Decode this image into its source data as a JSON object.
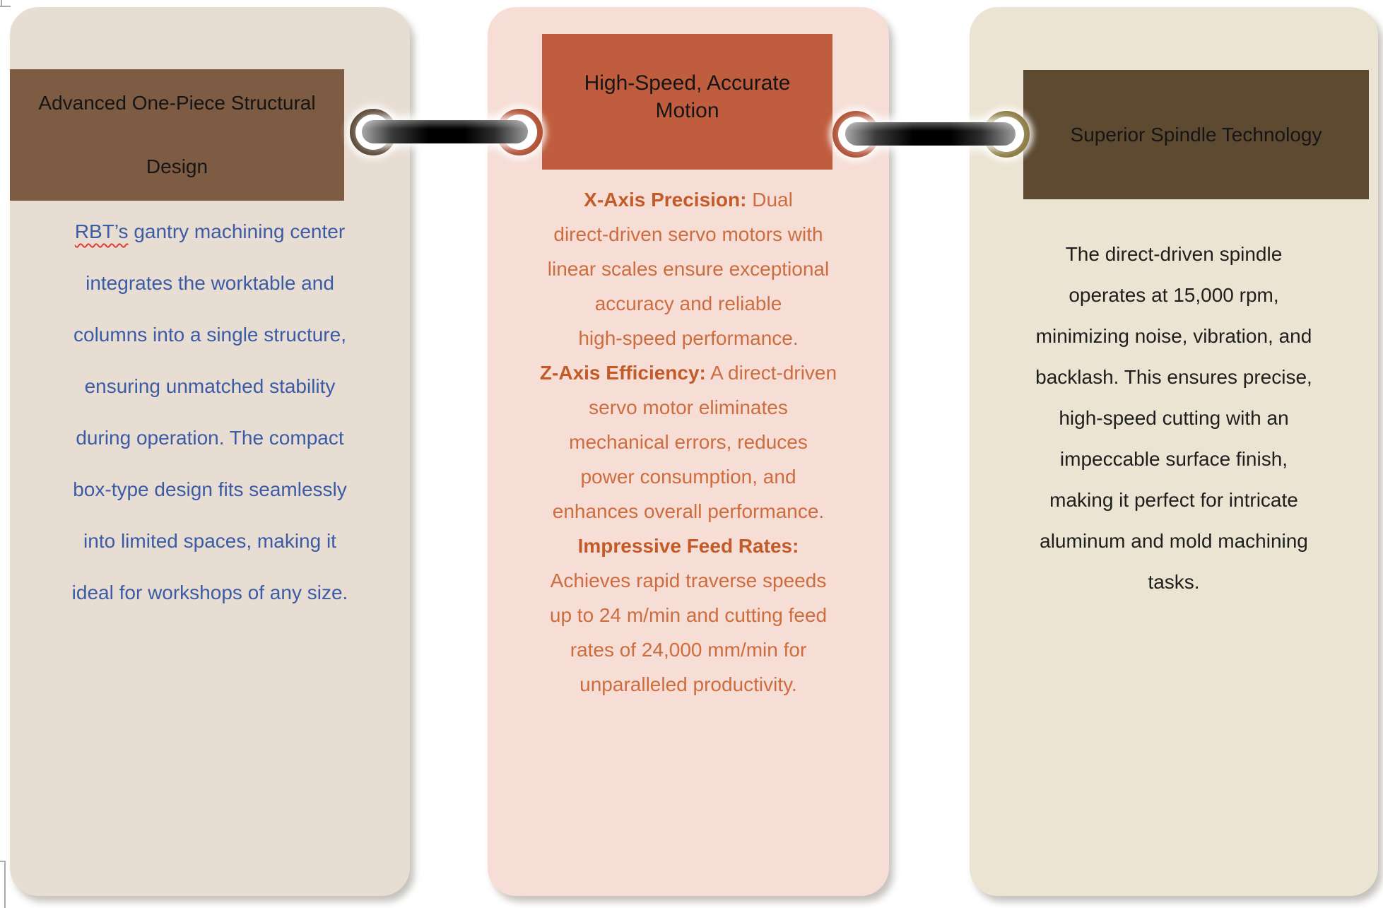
{
  "cards": [
    {
      "id": "structural-design",
      "title": "Advanced One-Piece Structural Design",
      "title_lines": [
        [
          {
            "t": "Advanced One-Piece Structural"
          }
        ],
        [
          {
            "t": "Design"
          }
        ]
      ],
      "body_lines": [
        [
          {
            "t": "RBT’s",
            "u": true
          },
          {
            "t": " gantry machining center"
          }
        ],
        [
          {
            "t": "integrates the worktable and"
          }
        ],
        [
          {
            "t": "columns into a single structure,"
          }
        ],
        [
          {
            "t": "ensuring unmatched stability"
          }
        ],
        [
          {
            "t": "during operation. The compact"
          }
        ],
        [
          {
            "t": "box-type design fits seamlessly"
          }
        ],
        [
          {
            "t": "into limited spaces, making it"
          }
        ],
        [
          {
            "t": "ideal for workshops of any size."
          }
        ]
      ],
      "colors": {
        "card_bg": "#e8ddd3",
        "header_bg": "#7e5b43",
        "header_text": "#151515",
        "body_text": "#3b5ba5",
        "spellcheck_underline": "#e03c31"
      }
    },
    {
      "id": "high-speed-motion",
      "title": "High-Speed, Accurate Motion",
      "title_lines": [
        [
          {
            "t": "High-Speed, Accurate"
          }
        ],
        [
          {
            "t": "Motion"
          }
        ]
      ],
      "body_lines": [
        [
          {
            "t": "X-Axis Precision:",
            "b": true
          },
          {
            "t": " Dual"
          }
        ],
        [
          {
            "t": "direct-driven servo motors with"
          }
        ],
        [
          {
            "t": "linear scales ensure exceptional"
          }
        ],
        [
          {
            "t": "accuracy and reliable"
          }
        ],
        [
          {
            "t": "high-speed performance."
          }
        ],
        [
          {
            "t": "Z-Axis Efficiency:",
            "b": true
          },
          {
            "t": " A direct-driven"
          }
        ],
        [
          {
            "t": "servo motor eliminates"
          }
        ],
        [
          {
            "t": "mechanical errors, reduces"
          }
        ],
        [
          {
            "t": "power consumption, and"
          }
        ],
        [
          {
            "t": "enhances overall performance."
          }
        ],
        [
          {
            "t": "Impressive Feed Rates:",
            "b": true
          }
        ],
        [
          {
            "t": "Achieves rapid traverse speeds"
          }
        ],
        [
          {
            "t": "up to 24 m/min and cutting feed"
          }
        ],
        [
          {
            "t": "rates of 24,000 mm/min for"
          }
        ],
        [
          {
            "t": "unparalleled productivity."
          }
        ]
      ],
      "colors": {
        "card_bg": "#f6ded7",
        "header_bg": "#c05d3e",
        "header_text": "#151515",
        "body_text": "#cd6d3d",
        "body_bold_text": "#c25b28"
      }
    },
    {
      "id": "spindle-technology",
      "title": "Superior Spindle Technology",
      "title_lines": [
        [
          {
            "t": "Superior Spindle Technology"
          }
        ]
      ],
      "body_lines": [
        [
          {
            "t": "The direct-driven spindle"
          }
        ],
        [
          {
            "t": "operates at 15,000 rpm,"
          }
        ],
        [
          {
            "t": "minimizing noise, vibration, and"
          }
        ],
        [
          {
            "t": "backlash. This ensures precise,"
          }
        ],
        [
          {
            "t": "high-speed cutting with an"
          }
        ],
        [
          {
            "t": "impeccable surface finish,"
          }
        ],
        [
          {
            "t": "making it perfect for intricate"
          }
        ],
        [
          {
            "t": "aluminum and mold machining"
          }
        ],
        [
          {
            "t": "tasks."
          }
        ]
      ],
      "colors": {
        "card_bg": "#ece4d2",
        "header_bg": "#5e4a31",
        "header_text": "#151515",
        "body_text": "#1e1e1e"
      }
    }
  ],
  "connectors": [
    {
      "between": [
        "structural-design",
        "high-speed-motion"
      ],
      "left_ring_color": "#5b4837",
      "right_ring_color": "#b05135",
      "bar_color": "#000000"
    },
    {
      "between": [
        "high-speed-motion",
        "spindle-technology"
      ],
      "left_ring_color": "#b05135",
      "right_ring_color": "#8c7c45",
      "bar_color": "#000000"
    }
  ]
}
